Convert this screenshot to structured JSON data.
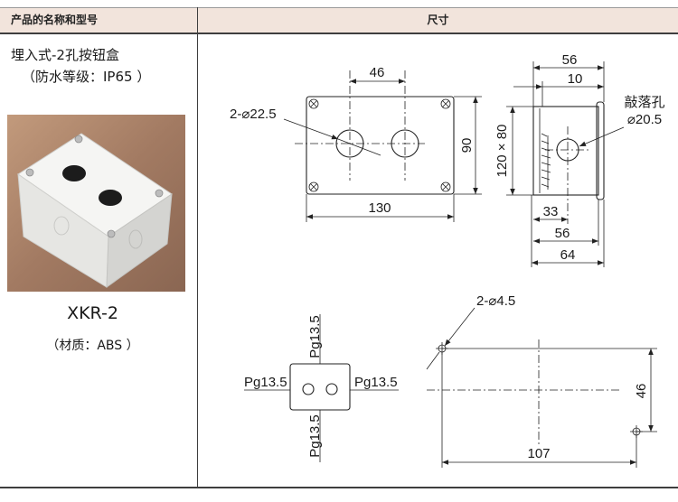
{
  "header": {
    "product_col": "产品的名称和型号",
    "dims_col": "尺寸"
  },
  "product": {
    "name": "埋入式-2孔按钮盒",
    "rating": "（防水等级：IP65 ）",
    "model": "XKR-2",
    "material": "（材质：ABS ）",
    "photo_icon": "button-box-photo"
  },
  "front_view": {
    "hole_spacing": "46",
    "hole_spec": "2-⌀22.5",
    "height": "90",
    "width": "130"
  },
  "side_view": {
    "top_depth": "56",
    "flange": "10",
    "knockout_label": "敲落孔",
    "knockout_spec": "⌀20.5",
    "size": "120 × 80",
    "knockout_offset": "33",
    "body_depth": "56",
    "overall_depth": "64"
  },
  "cable_entries": {
    "top": "Pg13.5",
    "bottom": "Pg13.5",
    "left": "Pg13.5",
    "right": "Pg13.5"
  },
  "mounting": {
    "hole_spec": "2-⌀4.5",
    "vertical_spacing": "46",
    "horizontal_spacing": "107"
  },
  "colors": {
    "header_bg": "#f2e4dc",
    "line": "#222222",
    "rule": "#3e3e3e"
  }
}
